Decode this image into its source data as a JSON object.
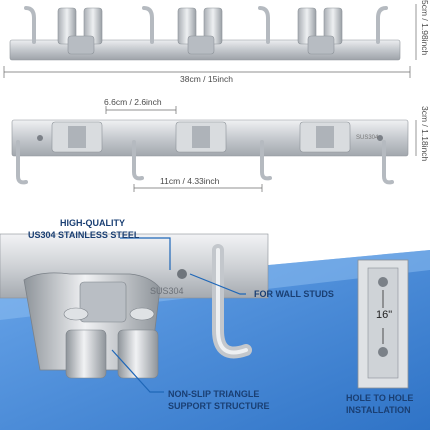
{
  "dimensions": {
    "width_label": "38cm / 15inch",
    "height_label_top": "5cm / 1.98inch",
    "height_label_mid": "3cm / 1.18inch",
    "clip_spacing": "6.6cm / 2.6inch",
    "hook_spacing": "11cm / 4.33inch"
  },
  "callouts": {
    "material_line1": "HIGH-QUALITY",
    "material_line2": "US304 STAINLESS STEEL",
    "wall_studs": "FOR WALL STUDS",
    "hole_line1": "HOLE TO HOLE",
    "hole_line2": "INSTALLATION",
    "support_line1": "NON-SLIP TRIANGLE",
    "support_line2": "SUPPORT STRUCTURE",
    "hole_distance": "16\""
  },
  "engraving": "SUS304",
  "colors": {
    "accent": "#1f67b8",
    "callout_text": "#1a3f73",
    "steel": "#c9ccd0",
    "floor": "#3f86d8"
  }
}
